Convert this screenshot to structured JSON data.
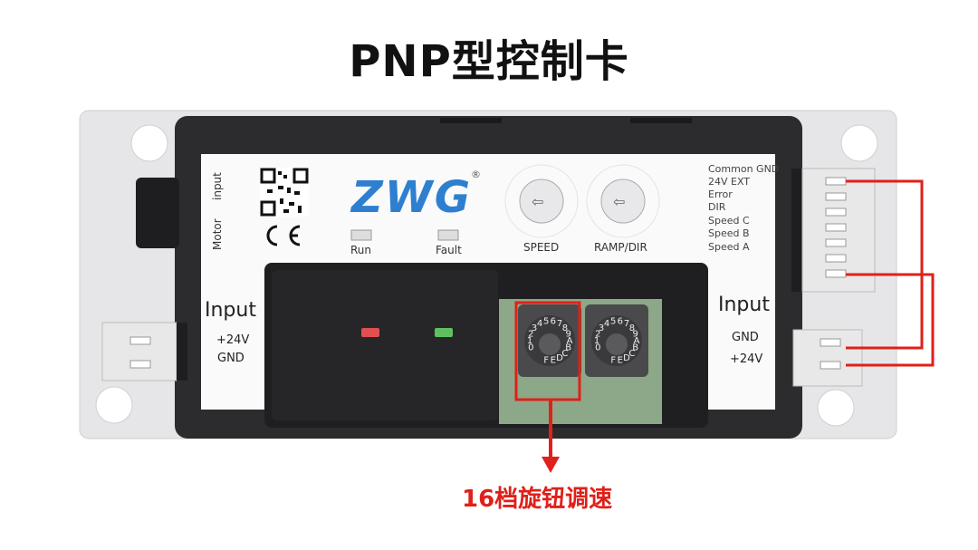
{
  "title": "PNP型控制卡",
  "brand": {
    "logo": "ZWG",
    "registered": "®"
  },
  "left_vertical": {
    "input": "input",
    "motor": "Motor"
  },
  "leds": {
    "run": "Run",
    "fault": "Fault"
  },
  "knobs": {
    "speed": "SPEED",
    "ramp_dir": "RAMP/DIR"
  },
  "right_terminals": [
    "Common GND",
    "24V EXT",
    "Error",
    "DIR",
    "Speed C",
    "Speed B",
    "Speed A"
  ],
  "left_input": {
    "title": "Input",
    "line1": "+24V",
    "line2": "GND"
  },
  "right_input": {
    "title": "Input",
    "line1": "GND",
    "line2": "+24V"
  },
  "dial_digits": [
    "0",
    "1",
    "2",
    "3",
    "4",
    "5",
    "6",
    "7",
    "8",
    "9",
    "A",
    "B",
    "C",
    "D",
    "E",
    "F"
  ],
  "annotation": "16档旋钮调速",
  "colors": {
    "annotation": "#e0201a",
    "brand_blue": "#2f7fd0",
    "run_led": "#e05050",
    "fault_led": "#60c060"
  }
}
